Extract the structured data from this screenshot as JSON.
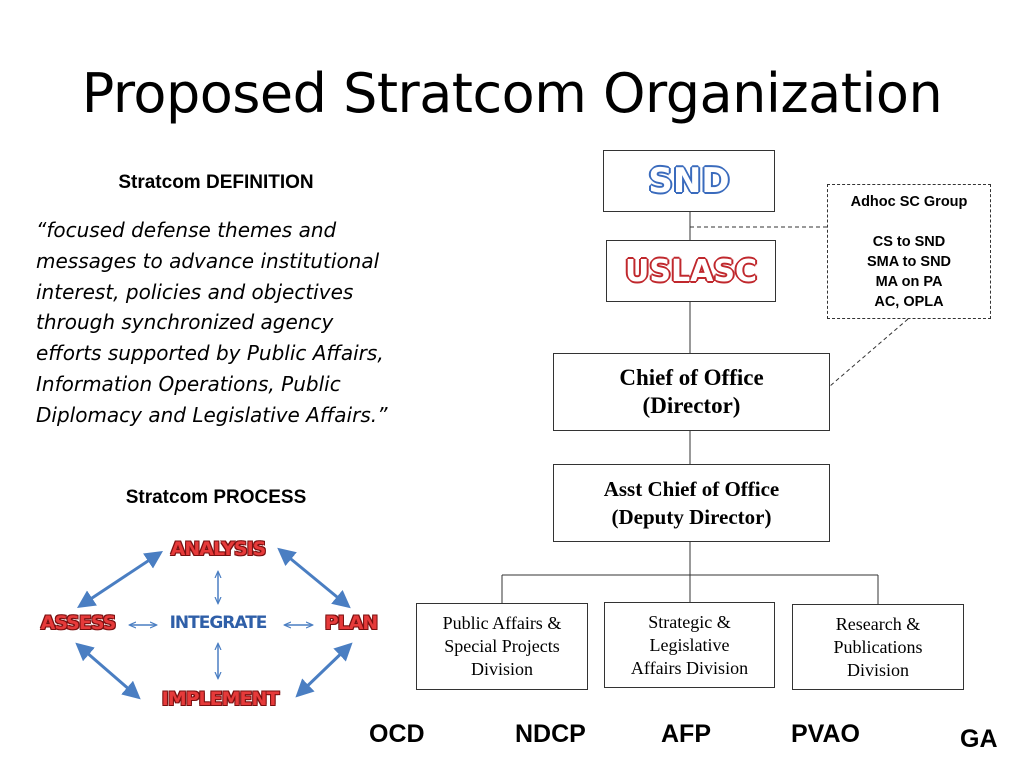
{
  "title": "Proposed Stratcom Organization",
  "definition": {
    "heading": "Stratcom DEFINITION",
    "lines": [
      "“focused defense themes and",
      "messages to advance institutional",
      "interest, policies and objectives",
      "through synchronized agency",
      "efforts supported by Public Affairs,",
      "Information Operations, Public",
      "Diplomacy and Legislative Affairs.”"
    ]
  },
  "process": {
    "heading": "Stratcom PROCESS",
    "analysis": "ANALYSIS",
    "assess": "ASSESS",
    "integrate": "INTEGRATE",
    "plan": "PLAN",
    "implement": "IMPLEMENT"
  },
  "org": {
    "snd": "SND",
    "uslasc": "USLASC",
    "chief": {
      "line1": "Chief of Office",
      "line2": "(Director)"
    },
    "asst": {
      "line1": "Asst Chief of Office",
      "line2": "(Deputy Director)"
    },
    "divisions": [
      {
        "line1": "Public Affairs &",
        "line2": "Special Projects",
        "line3": "Division"
      },
      {
        "line1": "Strategic &",
        "line2": "Legislative",
        "line3": "Affairs Division"
      },
      {
        "line1": "Research &",
        "line2": "Publications",
        "line3": "Division"
      }
    ],
    "adhoc": {
      "title": "Adhoc SC Group",
      "members": [
        "CS to SND",
        "SMA to SND",
        "MA on PA",
        "AC, OPLA"
      ]
    }
  },
  "agencies": [
    "OCD",
    "NDCP",
    "AFP",
    "PVAO",
    "GA"
  ],
  "colors": {
    "snd_outline": "#3a6bbd",
    "uslasc_outline": "#c0282d",
    "process_red": "#e63a3a",
    "process_blue": "#2f5fa8",
    "arrow_blue": "#4a7ec2"
  }
}
